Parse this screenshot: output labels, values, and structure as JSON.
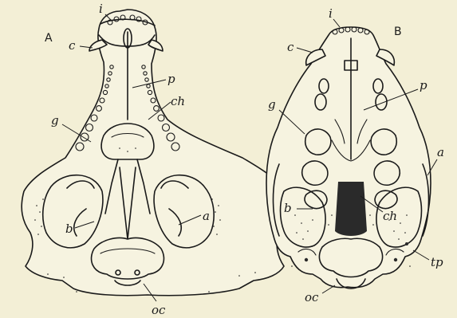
{
  "figure": {
    "panel_a": {
      "panel_label": "A",
      "labels": {
        "i": "i",
        "c": "c",
        "p": "p",
        "ch": "ch",
        "g": "g",
        "b": "b",
        "a": "a",
        "oc": "oc"
      }
    },
    "panel_b": {
      "panel_label": "B",
      "labels": {
        "i": "i",
        "c": "c",
        "p": "p",
        "g": "g",
        "a": "a",
        "b": "b",
        "ch": "ch",
        "tp": "tp",
        "oc": "oc"
      }
    }
  },
  "colors": {
    "paper": "#f3efd6",
    "ink": "#1a1a1a"
  }
}
